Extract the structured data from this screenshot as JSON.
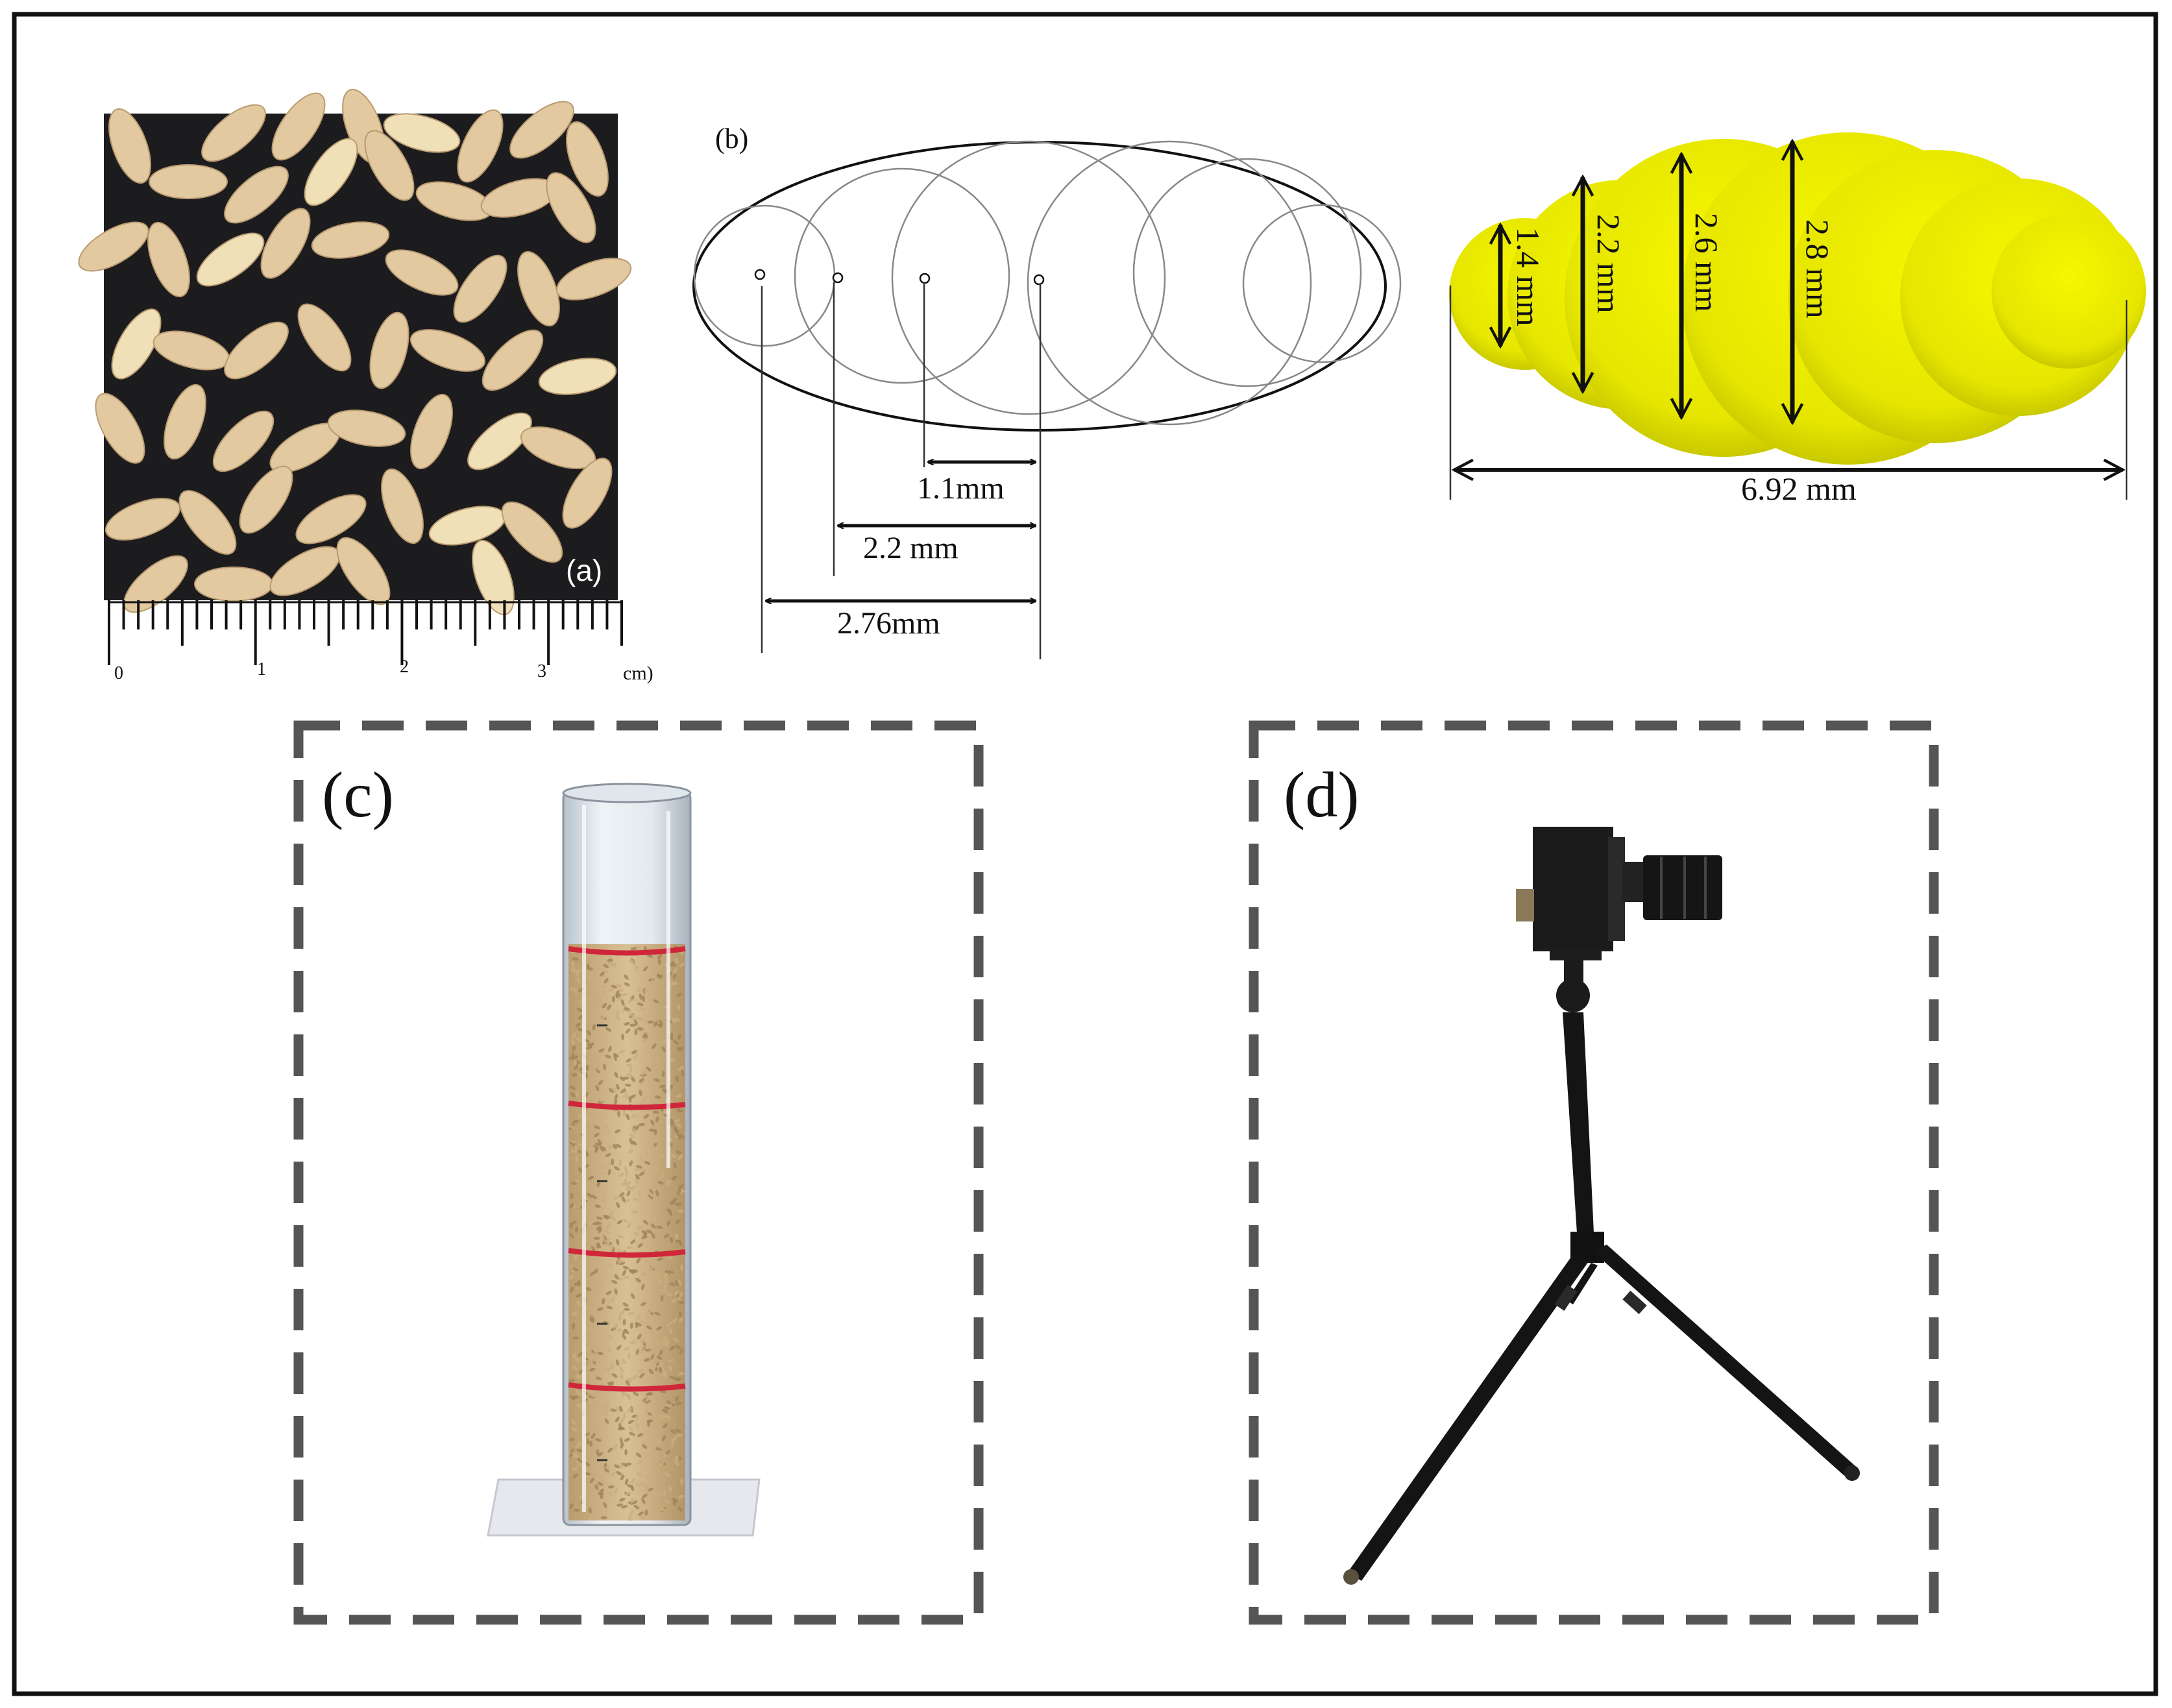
{
  "panels": {
    "a": {
      "label": "(a)",
      "ruler_labels": [
        "0",
        "1",
        "2",
        "3"
      ],
      "ruler_unit": "cm)"
    },
    "b": {
      "label": "(b)",
      "dims": [
        "1.1mm",
        "2.2 mm",
        "2.76mm"
      ]
    },
    "model": {
      "heights": [
        "1.4 mm",
        "2.2 mm",
        "2.6 mm",
        "2.8 mm"
      ],
      "length": "6.92 mm"
    },
    "c": {
      "label": "(c)"
    },
    "d": {
      "label": "(d)"
    }
  },
  "colors": {
    "frame": "#111111",
    "dashed_box": "#555555",
    "grain_model": "#f0f000",
    "background_dark": "#1c1c1e",
    "rice": "#e6cfa7",
    "red_rings": "#d0263a"
  }
}
